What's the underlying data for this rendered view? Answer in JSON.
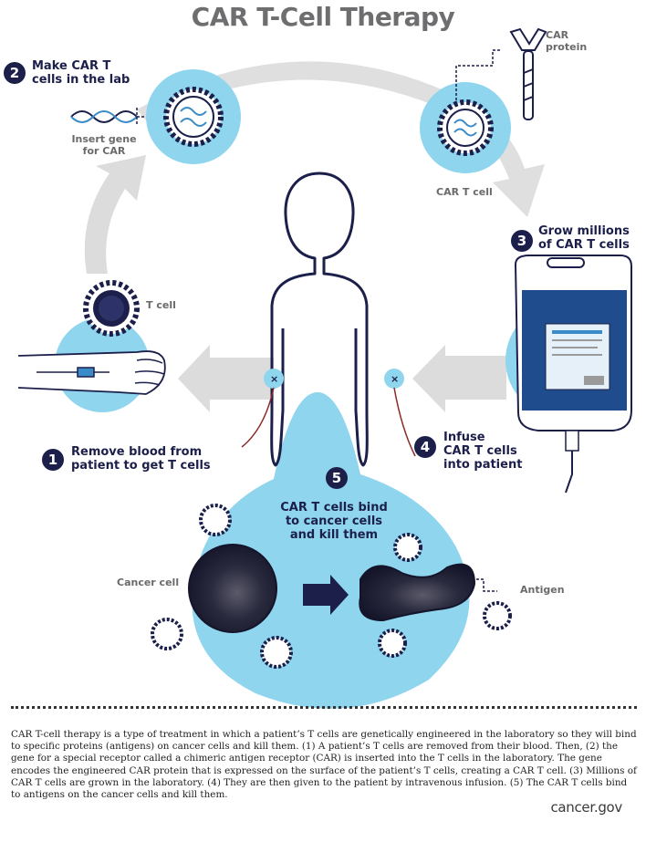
{
  "title": "CAR T-Cell Therapy",
  "steps": {
    "s1": {
      "num": "1",
      "line1": "Remove blood from",
      "line2": "patient to get T cells"
    },
    "s2": {
      "num": "2",
      "line1": "Make CAR T",
      "line2": "cells in the lab"
    },
    "s3": {
      "num": "3",
      "line1": "Grow millions",
      "line2": "of CAR T cells"
    },
    "s4": {
      "num": "4",
      "line1": "Infuse",
      "line2": "CAR T cells",
      "line3": "into patient"
    },
    "s5": {
      "num": "5",
      "line1": "CAR T cells bind",
      "line2": "to cancer cells",
      "line3": "and kill them"
    }
  },
  "labels": {
    "insert_gene_1": "Insert gene",
    "insert_gene_2": "for CAR",
    "car_protein_1": "CAR",
    "car_protein_2": "protein",
    "car_t_cell": "CAR T cell",
    "t_cell": "T cell",
    "cancer_cell": "Cancer cell",
    "antigen": "Antigen"
  },
  "description": "CAR T-cell therapy is a type of treatment in which a patient’s T cells are genetically engineered in the laboratory so they will bind to specific proteins (antigens) on cancer cells and kill them. (1) A patient’s T cells are removed from their blood. Then, (2) the gene for a special receptor called a chimeric antigen receptor (CAR) is inserted into the T cells in the laboratory. The gene encodes the engineered CAR protein that is expressed on the surface of the patient’s T cells, creating a CAR T cell. (3) Millions of CAR T cells are grown in the laboratory. (4) They are then given to the patient by intravenous infusion. (5) The CAR T cells bind to antigens on the cancer cells and kill them.",
  "footer": "cancer.gov",
  "colors": {
    "navy": "#1b1f4a",
    "light_blue": "#8fd5ee",
    "arrow_gray": "#d8d8d8",
    "title_gray": "#6e6e70"
  }
}
